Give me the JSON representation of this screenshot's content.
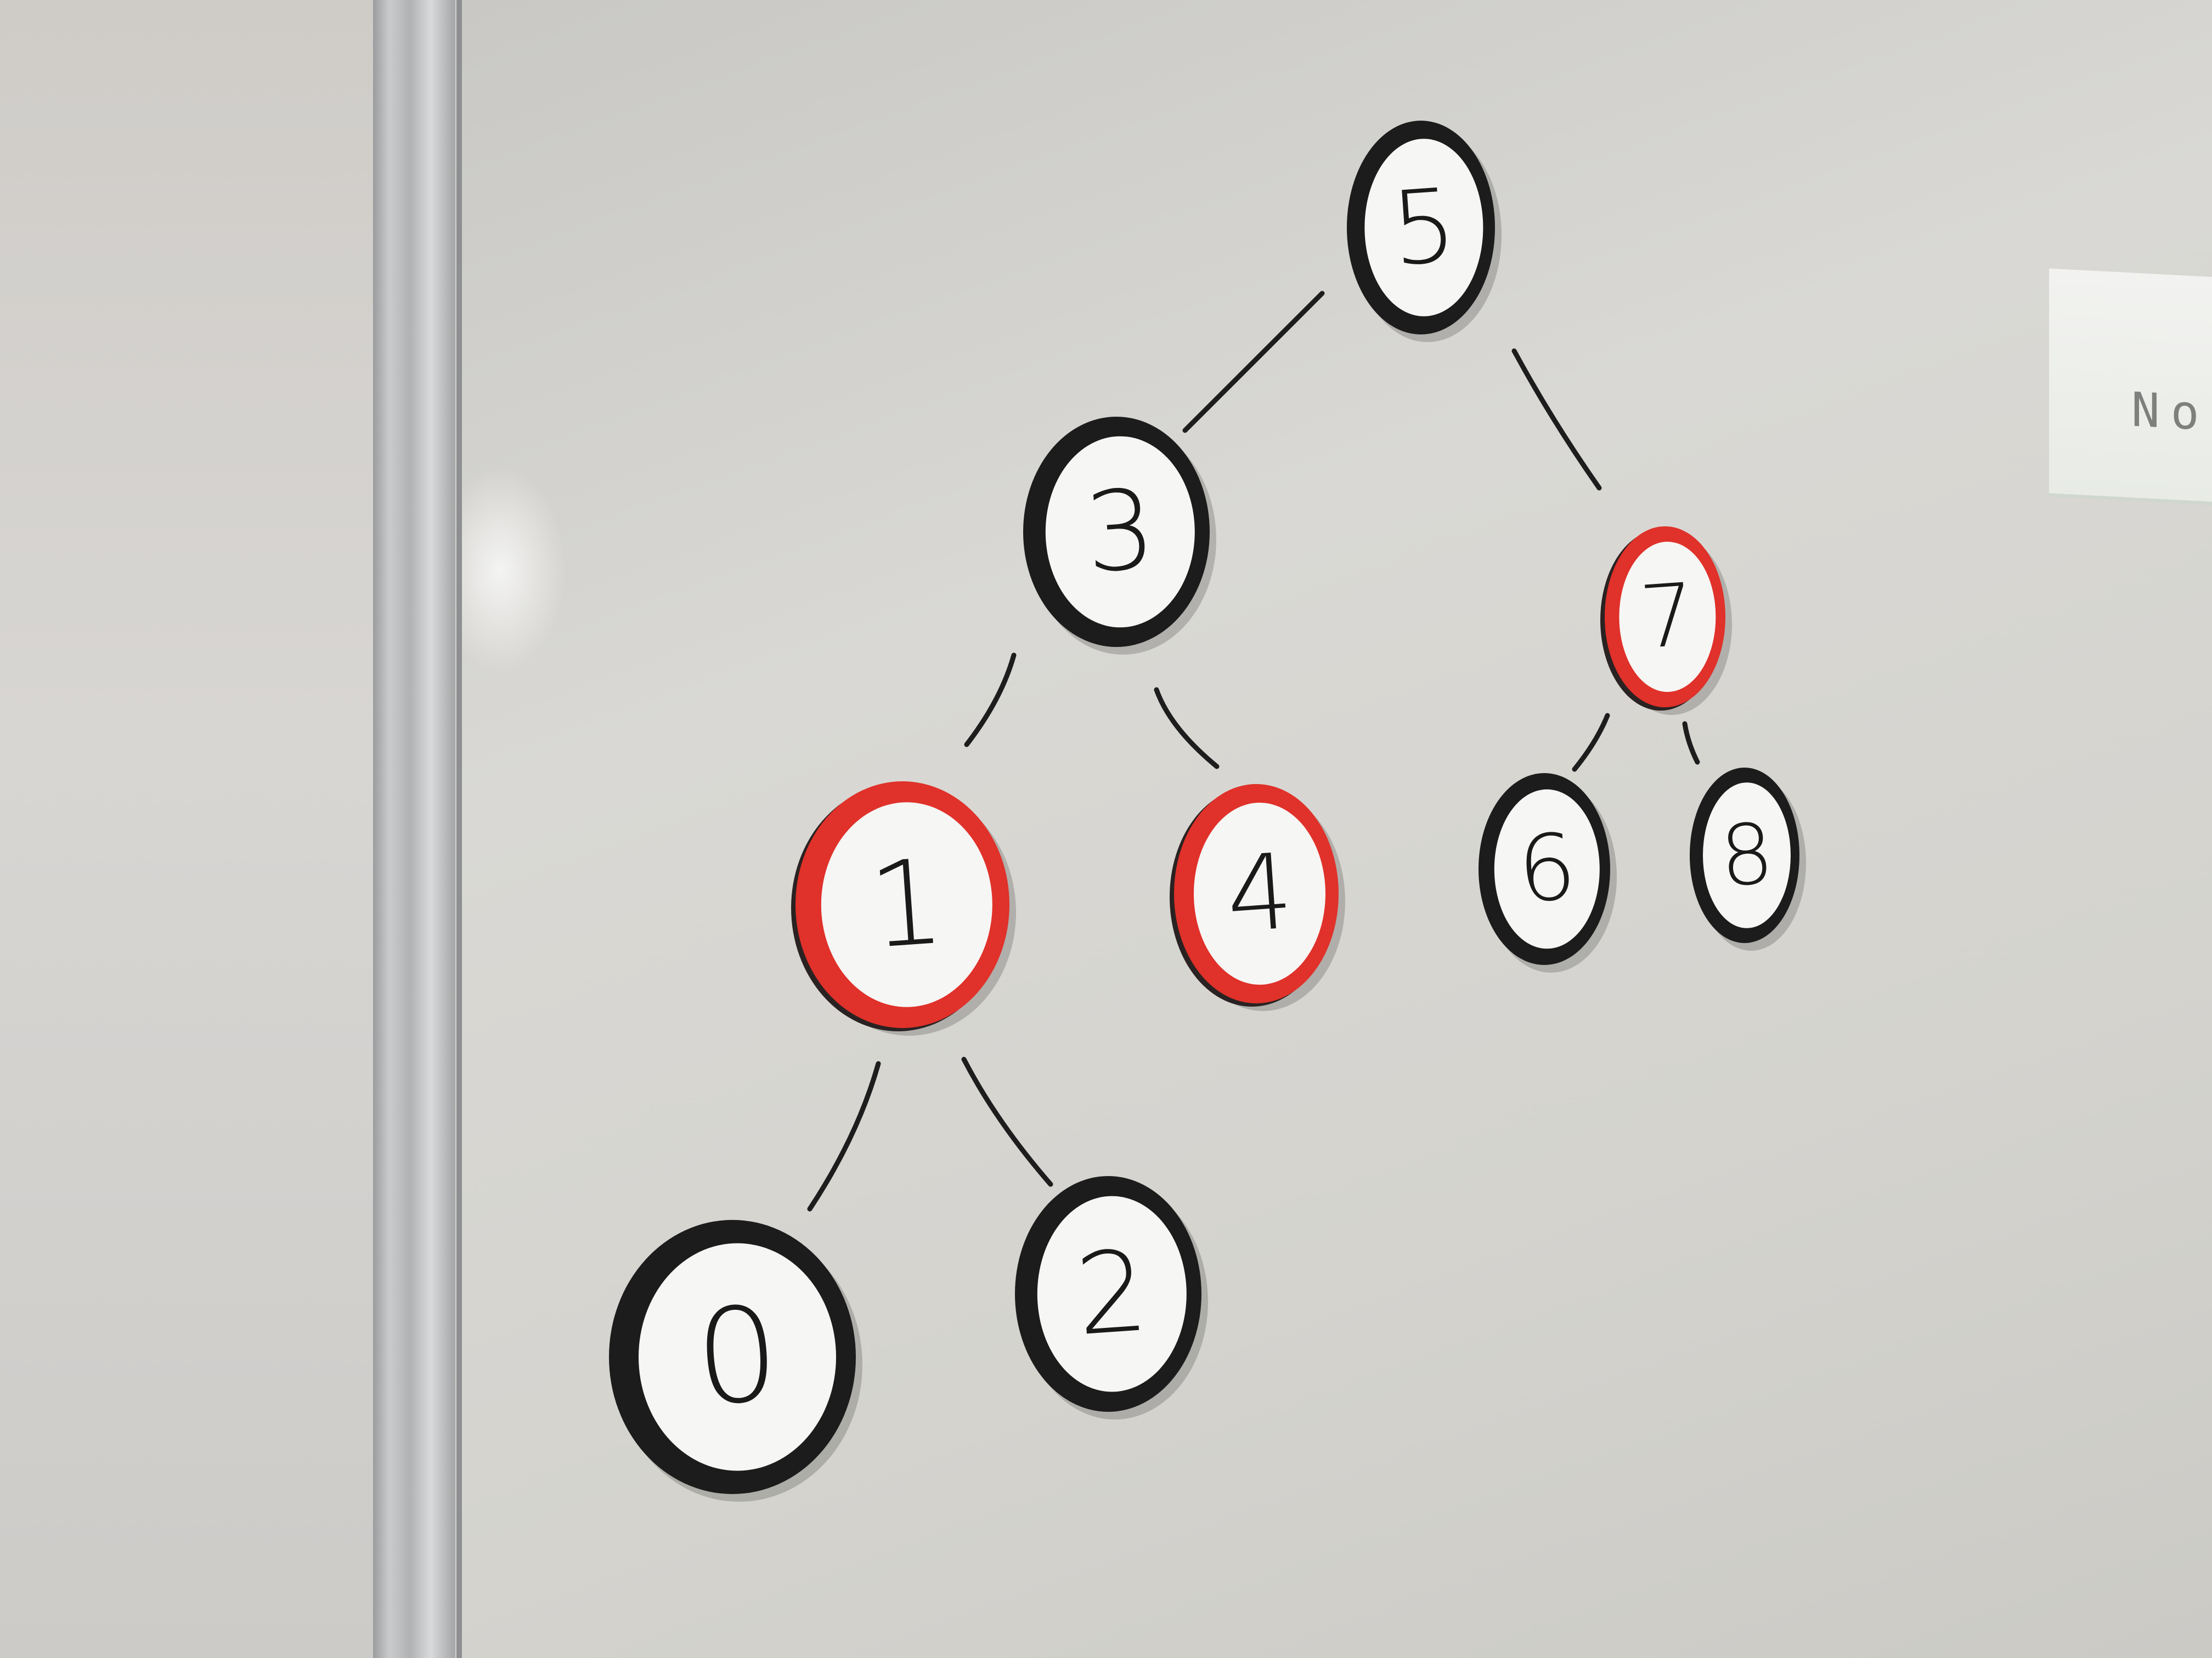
{
  "projection": {
    "text": "No S"
  },
  "tree": {
    "nodes": [
      {
        "id": "n5",
        "label": "5",
        "color": "black"
      },
      {
        "id": "n3",
        "label": "3",
        "color": "black"
      },
      {
        "id": "n7",
        "label": "7",
        "color": "red"
      },
      {
        "id": "n1",
        "label": "1",
        "color": "red"
      },
      {
        "id": "n4",
        "label": "4",
        "color": "red"
      },
      {
        "id": "n6",
        "label": "6",
        "color": "black"
      },
      {
        "id": "n8",
        "label": "8",
        "color": "black"
      },
      {
        "id": "n0",
        "label": "0",
        "color": "black"
      },
      {
        "id": "n2",
        "label": "2",
        "color": "black"
      }
    ],
    "edges": [
      [
        "n5",
        "n3"
      ],
      [
        "n5",
        "n7"
      ],
      [
        "n3",
        "n1"
      ],
      [
        "n3",
        "n4"
      ],
      [
        "n7",
        "n6"
      ],
      [
        "n7",
        "n8"
      ],
      [
        "n1",
        "n0"
      ],
      [
        "n1",
        "n2"
      ]
    ]
  },
  "colors": {
    "black_ring": "#1c1c1c",
    "red_ring": "#e0312a",
    "disc_face": "#f6f6f4",
    "board": "#d5d4d0"
  }
}
